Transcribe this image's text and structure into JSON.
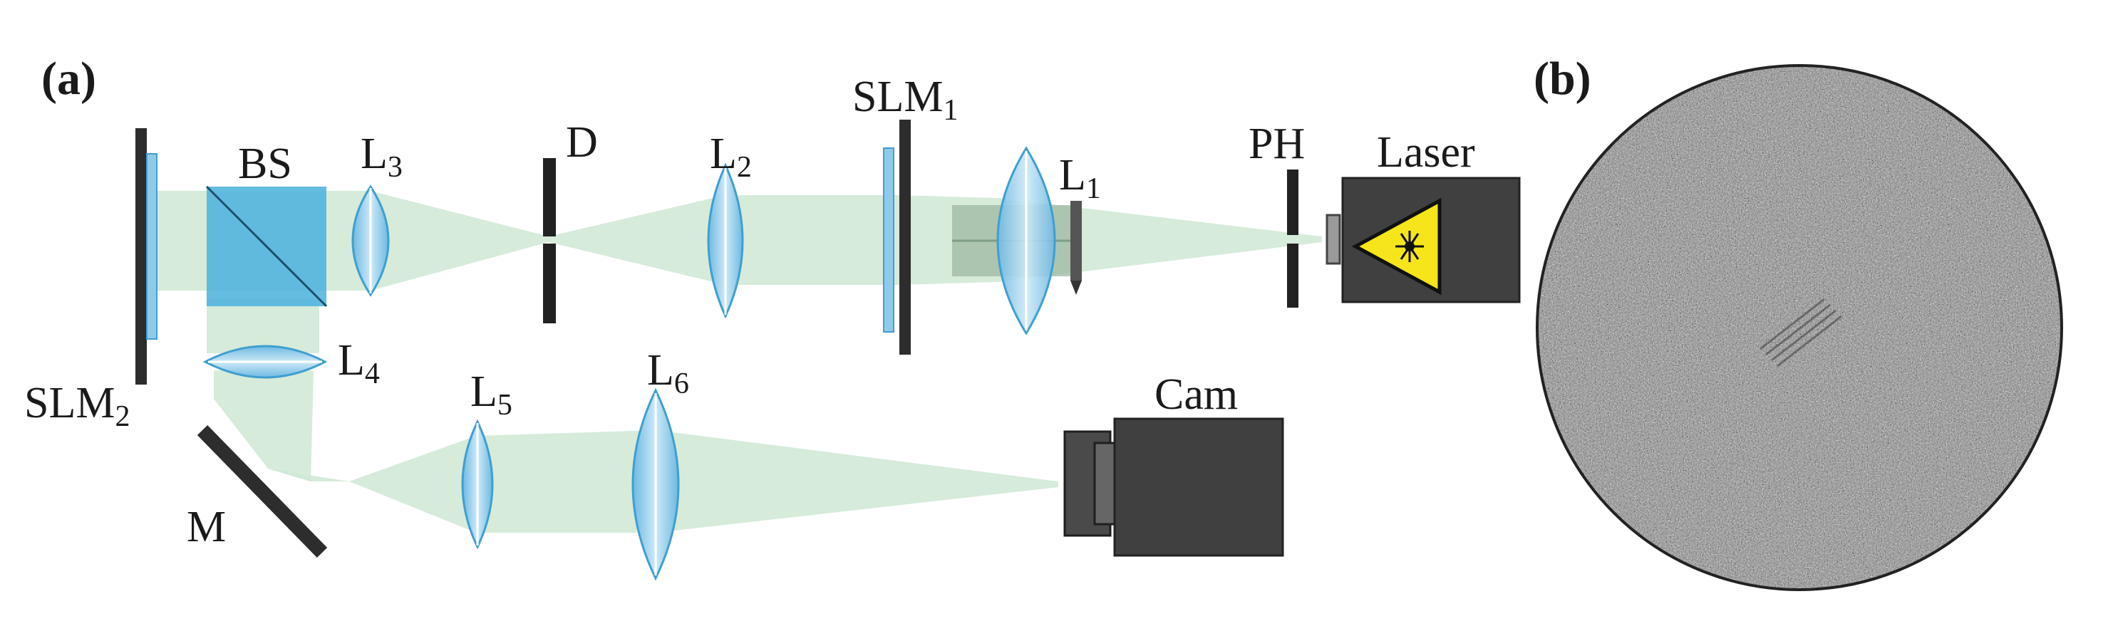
{
  "panel_labels": {
    "a": "(a)",
    "b": "(b)"
  },
  "components": {
    "slm2": {
      "main": "SLM",
      "sub": "2"
    },
    "bs": {
      "main": "BS"
    },
    "l3": {
      "main": "L",
      "sub": "3"
    },
    "d": {
      "main": "D"
    },
    "l2": {
      "main": "L",
      "sub": "2"
    },
    "slm1": {
      "main": "SLM",
      "sub": "1"
    },
    "l1": {
      "main": "L",
      "sub": "1"
    },
    "ph": {
      "main": "PH"
    },
    "laser": {
      "main": "Laser"
    },
    "l4": {
      "main": "L",
      "sub": "4"
    },
    "l5": {
      "main": "L",
      "sub": "5"
    },
    "l6": {
      "main": "L",
      "sub": "6"
    },
    "m": {
      "main": "M"
    },
    "cam": {
      "main": "Cam"
    }
  },
  "colors": {
    "beam": "#cfe8d3",
    "lens": "#8fcbe9",
    "lens_edge": "#3f9fd0",
    "bs": "#4fb3dd",
    "dark": "#2a2a2a",
    "housing": "#404040",
    "warning": "#f5e51a"
  },
  "icons": [
    "laser-warning-icon",
    "camera-icon",
    "speckle-pattern"
  ]
}
